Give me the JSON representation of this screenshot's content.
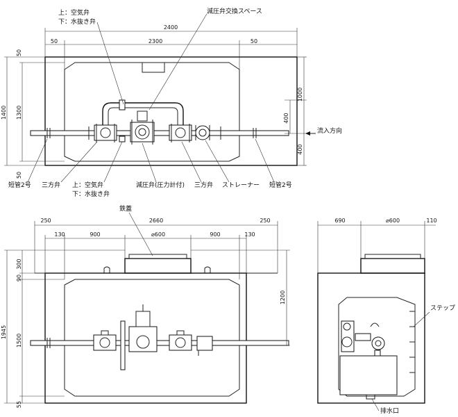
{
  "labels": {
    "top_air_valve_1": "上：空気弁",
    "bottom_drain_valve_1": "下：水抜き弁",
    "prv_exchange_space": "減圧弁交換スペース",
    "inflow_direction": "流入方向",
    "short_pipe_left": "短管2号",
    "three_way_valve_left": "三方弁",
    "top_air_valve_2": "上：空気弁",
    "bottom_drain_valve_2": "下：水抜き弁",
    "prv_with_gauge": "減圧弁(圧力計付)",
    "three_way_valve_right": "三方弁",
    "strainer": "ストレーナー",
    "short_pipe_right": "短管2号",
    "iron_lid": "鉄蓋",
    "step": "ステップ",
    "drain_port": "排水口"
  },
  "plan_dims": {
    "total_width": "2400",
    "inner_width": "2300",
    "left_margin": "50",
    "right_margin": "50",
    "total_height": "1400",
    "inner_height": "1300",
    "top_margin": "50",
    "bottom_margin": "50",
    "right_upper": "1000",
    "right_mid": "400",
    "right_lower": "400"
  },
  "front_dims": {
    "total_width": "2660",
    "left_edge": "250",
    "right_edge": "250",
    "left_wall": "130",
    "right_wall": "130",
    "span_900": "900",
    "opening": "⌀600",
    "span_900_right": "900",
    "total_height": "1945",
    "top_300": "300",
    "slab_90": "90",
    "body_1500": "1500",
    "bottom_55": "55",
    "right_1200": "1200"
  },
  "side_dims": {
    "left_690": "690",
    "opening": "⌀600",
    "right_110": "110"
  }
}
